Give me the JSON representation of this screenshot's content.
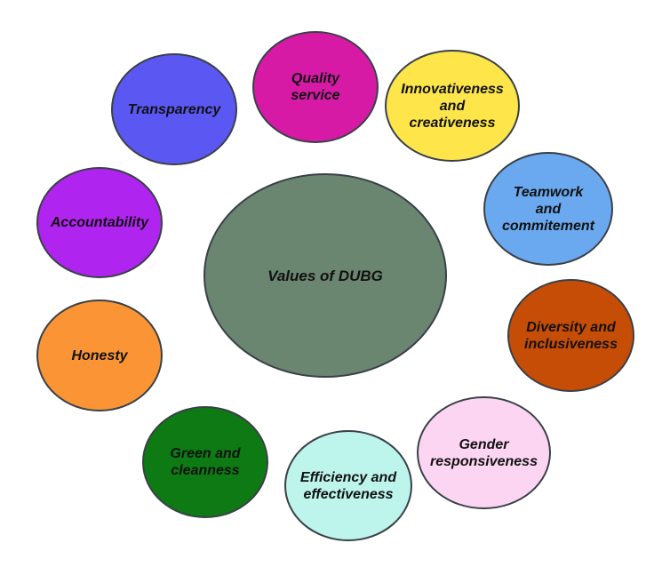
{
  "center": {
    "label": "Values of DUBG",
    "color": "#6a8570"
  },
  "values": [
    {
      "id": "quality-service",
      "label": "Quality\nservice",
      "color": "#d61aa6"
    },
    {
      "id": "innovativeness-and-creativeness",
      "label": "Innovativeness\nand\ncreativeness",
      "color": "#fde54a"
    },
    {
      "id": "teamwork-and-commitement",
      "label": "Teamwork\nand\ncommitement",
      "color": "#6aa9ef"
    },
    {
      "id": "diversity-and-inclusiveness",
      "label": "Diversity and\ninclusiveness",
      "color": "#c54d06"
    },
    {
      "id": "gender-responsiveness",
      "label": "Gender\nresponsiveness",
      "color": "#fcd5f2"
    },
    {
      "id": "efficiency-and-effectiveness",
      "label": "Efficiency and\neffectiveness",
      "color": "#bdf4ec"
    },
    {
      "id": "green-and-cleanness",
      "label": "Green and\ncleanness",
      "color": "#0d7a14"
    },
    {
      "id": "honesty",
      "label": "Honesty",
      "color": "#fa9434"
    },
    {
      "id": "accountability",
      "label": "Accountability",
      "color": "#b024ef"
    },
    {
      "id": "transparency",
      "label": "Transparency",
      "color": "#5b57f2"
    }
  ]
}
